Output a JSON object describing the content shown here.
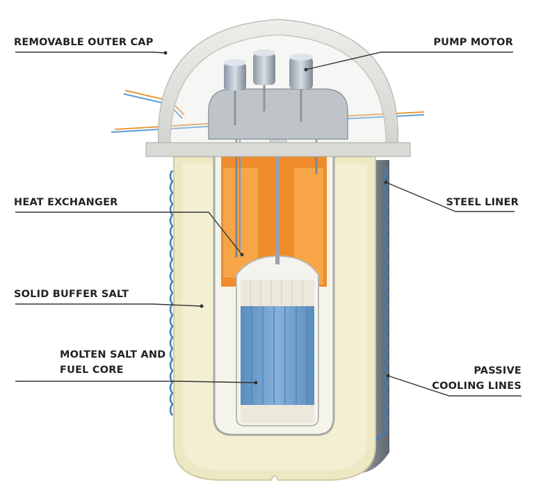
{
  "labels": {
    "cap": "REMOVABLE OUTER CAP",
    "pump": "PUMP MOTOR",
    "heat": "HEAT EXCHANGER",
    "steel": "STEEL LINER",
    "buffer": "SOLID BUFFER SALT",
    "molten_1": "MOLTEN SALT AND",
    "molten_2": "FUEL CORE",
    "passive_1": "PASSIVE",
    "passive_2": "COOLING LINES"
  },
  "colors": {
    "salt": "#ece8c4",
    "orange": "#f08c2c",
    "exchanger": "#f7a546",
    "fuel": "#6c9fcf",
    "steel": "#7f858d",
    "coil": "#3f7fb5",
    "cap": "#e6e6e3",
    "leader": "#333333"
  }
}
